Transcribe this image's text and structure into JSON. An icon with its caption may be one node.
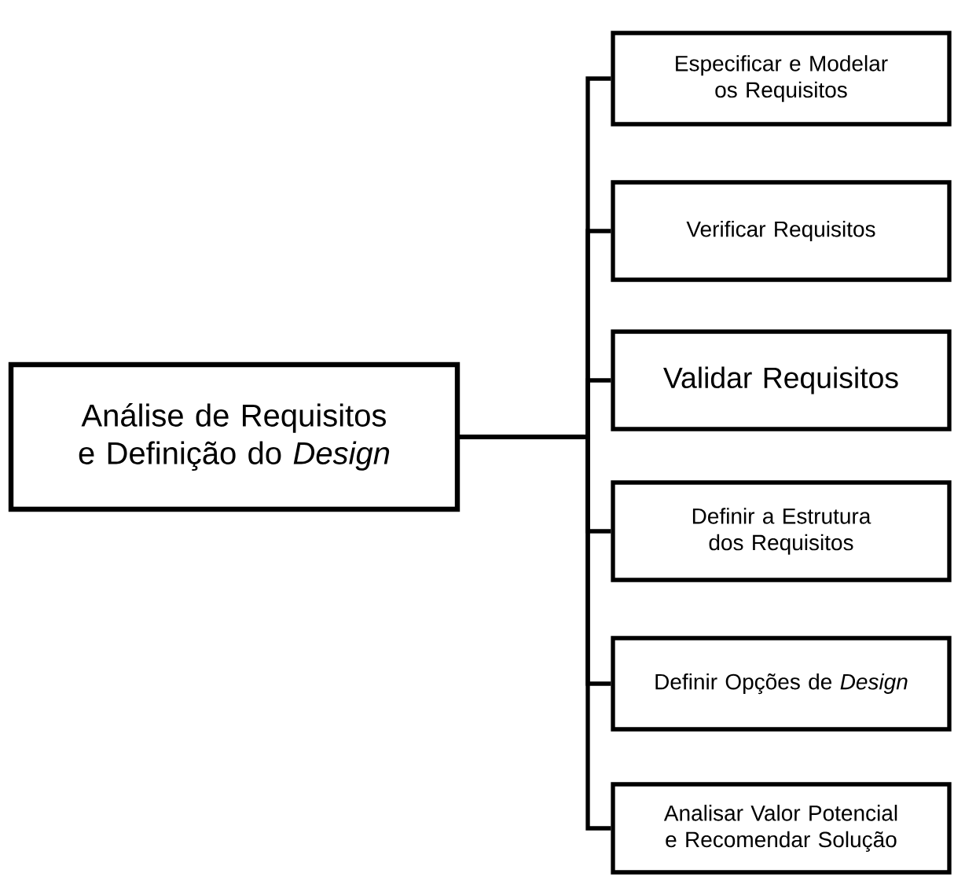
{
  "diagram": {
    "nodes": [
      {
        "text": [
          "Análise de Requisitos e Definição do *Design*"
        ]
      },
      {
        "text": [
          "Especificar e Modelar os Requisitos"
        ]
      },
      {
        "text": [
          "Verificar Requisitos"
        ]
      },
      {
        "text": [
          "Validar Requisitos"
        ]
      },
      {
        "text": [
          "Definir a Estrutura dos Requisitos"
        ]
      },
      {
        "text": [
          "Definir Opções de *Design*"
        ]
      },
      {
        "text": [
          "Analisar Valor Potencial e Recomendar Solução"
        ]
      }
    ],
    "edges": [
      {
        "from": 0,
        "to": 1,
        "arrow": "none"
      },
      {
        "from": 0,
        "to": 2,
        "arrow": "none"
      },
      {
        "from": 0,
        "to": 3,
        "arrow": "none"
      },
      {
        "from": 0,
        "to": 4,
        "arrow": "none"
      },
      {
        "from": 0,
        "to": 5,
        "arrow": "none"
      },
      {
        "from": 0,
        "to": 6,
        "arrow": "none"
      }
    ]
  }
}
